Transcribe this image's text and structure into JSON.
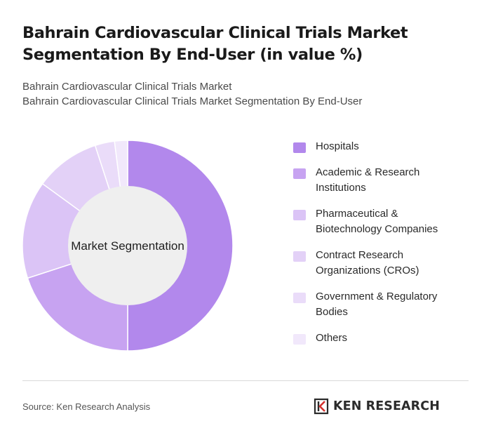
{
  "title": "Bahrain Cardiovascular Clinical Trials Market Segmentation By End-User (in value %)",
  "subtitle_lines": [
    "Bahrain Cardiovascular Clinical Trials Market",
    "Bahrain Cardiovascular Clinical Trials Market Segmentation By End-User"
  ],
  "chart_data": {
    "type": "pie",
    "variant": "donut",
    "center_label": "Market Segmentation",
    "categories": [
      "Hospitals",
      "Academic & Research Institutions",
      "Pharmaceutical & Biotechnology Companies",
      "Contract Research Organizations (CROs)",
      "Government & Regulatory Bodies",
      "Others"
    ],
    "values": [
      50,
      20,
      15,
      10,
      3,
      2
    ],
    "colors": [
      "#b288ec",
      "#c7a3f1",
      "#dbc4f6",
      "#e3d1f7",
      "#eadcf9",
      "#f1e8fb"
    ],
    "legend_position": "right"
  },
  "legend_lines": [
    [
      "Hospitals"
    ],
    [
      "Academic & Research",
      "Institutions"
    ],
    [
      "Pharmaceutical &",
      "Biotechnology Companies"
    ],
    [
      "Contract Research",
      "Organizations (CROs)"
    ],
    [
      "Government & Regulatory",
      "Bodies"
    ],
    [
      "Others"
    ]
  ],
  "footer": {
    "source": "Source: Ken Research Analysis",
    "brand": "KEN RESEARCH",
    "logo_icon": "ken-research-logo-icon"
  }
}
